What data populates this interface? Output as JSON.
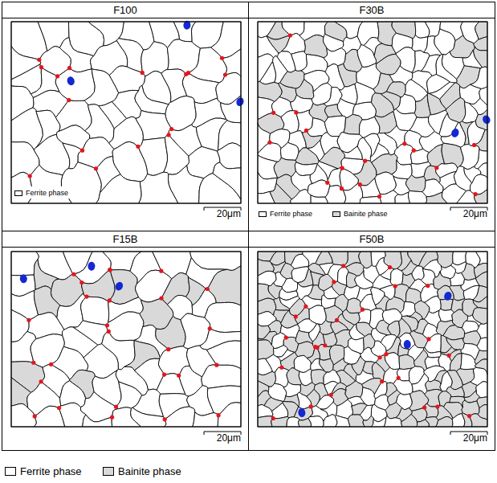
{
  "diagram": {
    "nodes": [
      {
        "text": [
          "F100"
        ]
      },
      {
        "text": [
          "F30B"
        ]
      },
      {
        "text": [
          "F15B"
        ]
      },
      {
        "text": [
          "F50B"
        ]
      }
    ],
    "labels": [
      "20μm",
      "20μm",
      "20μm",
      "20μm"
    ],
    "legend": [
      {
        "text": "Ferrite phase",
        "color": "#ffffff"
      },
      {
        "text": "Ferrite phase",
        "color": "#ffffff"
      },
      {
        "text": "Bainite phase",
        "color": "#d9d9d9"
      },
      {
        "text": "Ferrite phase",
        "color": "#ffffff"
      },
      {
        "text": "Bainite phase",
        "color": "#d9d9d9"
      }
    ]
  }
}
